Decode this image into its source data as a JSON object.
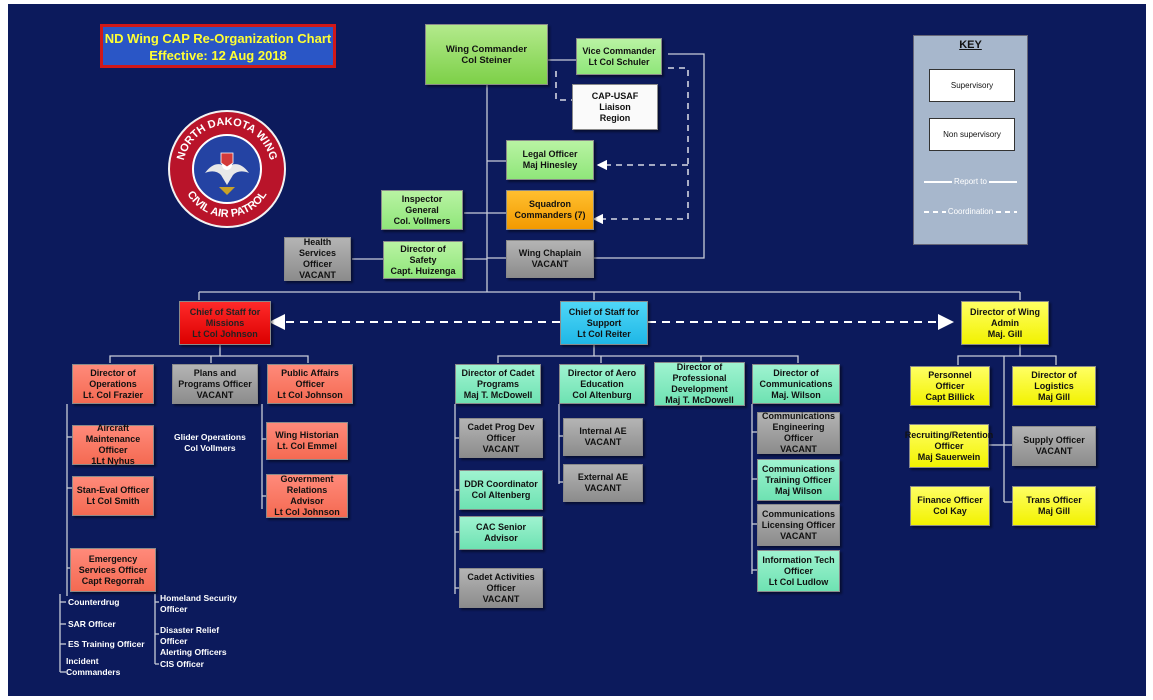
{
  "title": {
    "line1": "ND Wing CAP Re-Organization Chart",
    "line2": "Effective: 12 Aug 2018"
  },
  "seal": {
    "top_text": "NORTH DAKOTA WING",
    "bottom_text": "CIVIL AIR PATROL"
  },
  "key": {
    "heading": "KEY",
    "supervisory": "Supervisory",
    "non_supervisory": "Non supervisory",
    "report_to": "Report to",
    "coordination": "Coordination"
  },
  "boxes": {
    "wing_commander": [
      "Wing Commander",
      "Col Steiner"
    ],
    "vice_commander": [
      "Vice Commander",
      "Lt Col Schuler"
    ],
    "cap_usaf": [
      "CAP-USAF Liaison",
      "Region"
    ],
    "legal": [
      "Legal Officer",
      "Maj Hinesley"
    ],
    "squadron": [
      "Squadron",
      "Commanders (7)"
    ],
    "inspector": [
      "Inspector General",
      "Col. Vollmers"
    ],
    "health": [
      "Health Services Officer",
      "VACANT"
    ],
    "safety": [
      "Director of Safety",
      "Capt. Huizenga"
    ],
    "chaplain": [
      "Wing Chaplain",
      "VACANT"
    ],
    "cos_missions": [
      "Chief of Staff for Missions",
      "Lt Col Johnson"
    ],
    "cos_support": [
      "Chief of Staff for Support",
      "Lt Col Reiter"
    ],
    "dir_wing_admin": [
      "Director of Wing Admin",
      "Maj. Gill"
    ],
    "dir_operations": [
      "Director of Operations",
      "Lt. Col Frazier"
    ],
    "plans_programs": [
      "Plans and Programs Officer",
      "VACANT"
    ],
    "public_affairs": [
      "Public Affairs Officer",
      "Lt Col Johnson"
    ],
    "aircraft_maint": [
      "Aircraft Maintenance Officer",
      "1Lt Nyhus"
    ],
    "stan_eval": [
      "Stan-Eval Officer",
      "Lt Col Smith"
    ],
    "emergency_services": [
      "Emergency Services Officer",
      "Capt Regorrah"
    ],
    "wing_historian": [
      "Wing Historian",
      "Lt. Col Emmel"
    ],
    "gov_relations": [
      "Government Relations Advisor",
      "Lt Col Johnson"
    ],
    "dir_cadet": [
      "Director of Cadet Programs",
      "Maj T. McDowell"
    ],
    "dir_aero": [
      "Director of Aero Education",
      "Col Altenburg"
    ],
    "dir_prof_dev": [
      "Director of Professional Development",
      "Maj T. McDowell"
    ],
    "dir_comm": [
      "Director of Communications",
      "Maj. Wilson"
    ],
    "cadet_prog_dev": [
      "Cadet Prog Dev Officer",
      "VACANT"
    ],
    "ddr": [
      "DDR Coordinator",
      "Col Altenberg"
    ],
    "cac": [
      "CAC Senior Advisor",
      ""
    ],
    "cadet_activities": [
      "Cadet Activities Officer",
      "VACANT"
    ],
    "internal_ae": [
      "Internal AE",
      "VACANT"
    ],
    "external_ae": [
      "External AE",
      "VACANT"
    ],
    "comm_eng": [
      "Communications Engineering Officer",
      "VACANT"
    ],
    "comm_training": [
      "Communications Training Officer",
      "Maj Wilson"
    ],
    "comm_licensing": [
      "Communications Licensing Officer",
      "VACANT"
    ],
    "info_tech": [
      "Information Tech Officer",
      "Lt Col Ludlow"
    ],
    "personnel": [
      "Personnel Officer",
      "Capt Billick"
    ],
    "logistics": [
      "Director of Logistics",
      "Maj Gill"
    ],
    "recruiting": [
      "Recruiting/Retention Officer",
      "Maj Sauerwein"
    ],
    "supply": [
      "Supply Officer",
      "VACANT"
    ],
    "finance": [
      "Finance Officer",
      "Col Kay"
    ],
    "trans": [
      "Trans Officer",
      "Maj Gill"
    ]
  },
  "plain_text": {
    "glider": [
      "Glider Operations",
      "Col Vollmers"
    ],
    "counterdrug": "Counterdrug",
    "sar": "SAR Officer",
    "es_training": "ES Training Officer",
    "incident": [
      "Incident",
      "Commanders"
    ],
    "homeland": [
      "Homeland Security",
      "Officer"
    ],
    "disaster": [
      "Disaster Relief",
      "Officer"
    ],
    "alerting": "Alerting Officers",
    "cis": "CIS Officer"
  },
  "colors": {
    "background": "#0c1a5c",
    "supervisory_green": "#7dd048",
    "staff_green": "#8fe67a",
    "vacant_gray": "#8c8c8c",
    "squadron_orange": "#f29a00",
    "missions_red": "#db0000",
    "missions_salmon": "#f46a52",
    "support_cyan": "#1fb7e6",
    "support_mint": "#6ee2b2",
    "admin_yellow": "#f2f200",
    "title_border": "#d01818",
    "title_text": "#ffff33",
    "title_fill": "#2a56c6",
    "key_fill": "#a7b7cc"
  }
}
